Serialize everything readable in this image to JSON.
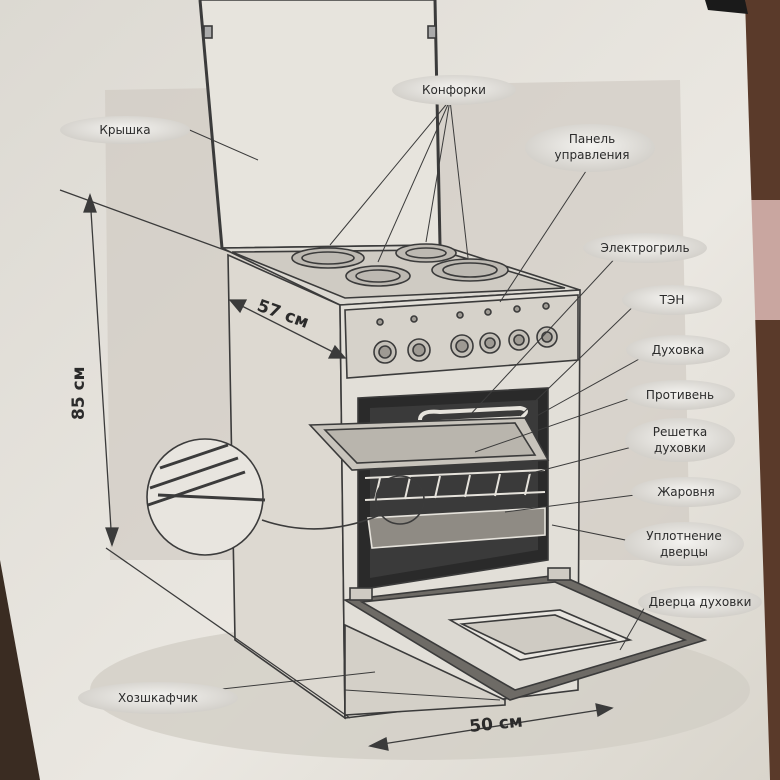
{
  "labels": {
    "lid": "Крышка",
    "burners": "Конфорки",
    "control_panel_line1": "Панель",
    "control_panel_line2": "управления",
    "electric_grill": "Электрогриль",
    "heating_element": "ТЭН",
    "oven": "Духовка",
    "baking_tray": "Противень",
    "oven_rack_line1": "Решетка",
    "oven_rack_line2": "духовки",
    "roasting_pan": "Жаровня",
    "door_seal_line1": "Уплотнение",
    "door_seal_line2": "дверцы",
    "oven_door": "Дверца духовки",
    "storage_drawer": "Хозшкафчик"
  },
  "dimensions": {
    "height": "85 см",
    "depth": "57 см",
    "width": "50 см"
  },
  "colors": {
    "paper": "#e6e3dc",
    "paper_shadow": "#cfcbc2",
    "ink": "#3b3b3b",
    "label_bubble": "#d8d5cf",
    "oven_interior": "#2a2a2a",
    "background": "#3a2c22"
  }
}
